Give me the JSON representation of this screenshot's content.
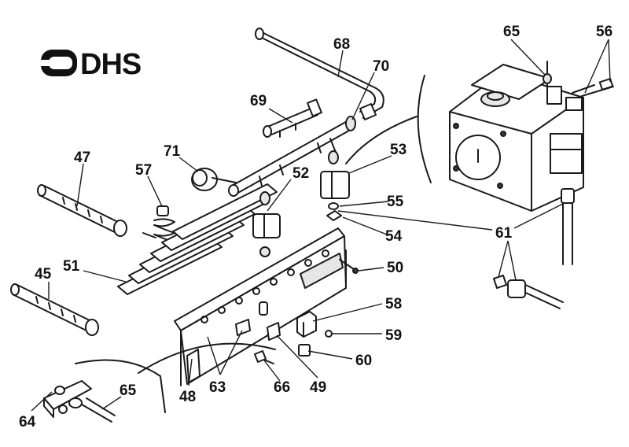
{
  "logo": {
    "text": "DHS"
  },
  "callouts": {
    "c68": "68",
    "c70": "70",
    "c69": "69",
    "c65a": "65",
    "c56": "56",
    "c47": "47",
    "c71": "71",
    "c57": "57",
    "c52": "52",
    "c53": "53",
    "c55": "55",
    "c54": "54",
    "c61": "61",
    "c45": "45",
    "c51": "51",
    "c50": "50",
    "c58": "58",
    "c59": "59",
    "c60": "60",
    "c63": "63",
    "c66": "66",
    "c49": "49",
    "c48": "48",
    "c64": "64",
    "c65b": "65"
  }
}
